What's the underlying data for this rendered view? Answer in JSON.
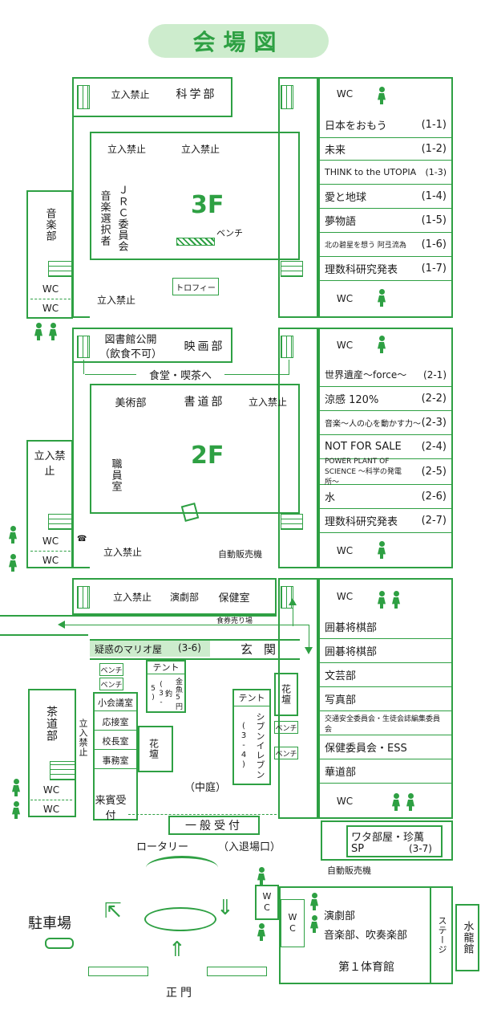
{
  "title": "会場図",
  "floor3": {
    "label": "3F",
    "top": [
      "立入禁止",
      "科学部",
      "WC"
    ],
    "row2": [
      "立入禁止",
      "立入禁止"
    ],
    "left_tall": "音楽部",
    "jrc": "ＪＲＣ委員会",
    "ongaku": "音楽選択者",
    "bench": "ベンチ",
    "trophy": "トロフィー",
    "bottom_left": "立入禁止",
    "wc_left_a": "WC",
    "wc_left_b": "WC",
    "wc_right": "WC",
    "rooms": [
      {
        "name": "日本をおもう",
        "code": "(1-1)"
      },
      {
        "name": "未来",
        "code": "(1-2)"
      },
      {
        "name": "THINK to the UTOPIA",
        "code": "(1-3)"
      },
      {
        "name": "愛と地球",
        "code": "(1-4)"
      },
      {
        "name": "夢物語",
        "code": "(1-5)"
      },
      {
        "name": "北の碧星を想う 阿弖流為",
        "code": "(1-6)"
      },
      {
        "name": "理数科研究発表",
        "code": "(1-7)"
      }
    ]
  },
  "floor2": {
    "label": "2F",
    "toshokan": "図書館公開",
    "inshoku": "（飲食不可）",
    "eiga": "映画部",
    "wc_top": "WC",
    "cafeteria": "食堂・喫茶へ",
    "bijutsu": "美術部",
    "shodo": "書道部",
    "restricted_a": "立入禁止",
    "restricted_left": "立入禁止",
    "shokuin": "職員室",
    "restricted_bottom": "立入禁止",
    "vending": "自動販売機",
    "wc_left_a": "WC",
    "wc_left_b": "WC",
    "wc_right": "WC",
    "rooms": [
      {
        "name": "世界遺産〜force〜",
        "code": "(2-1)"
      },
      {
        "name": "涼感 120%",
        "code": "(2-2)"
      },
      {
        "name": "音楽〜人の心を動かす力〜",
        "code": "(2-3)"
      },
      {
        "name": "NOT FOR SALE",
        "code": "(2-4)"
      },
      {
        "name": "POWER PLANT OF SCIENCE 〜科学の発電所〜",
        "code": "(2-5)"
      },
      {
        "name": "水",
        "code": "(2-6)"
      },
      {
        "name": "理数科研究発表",
        "code": "(2-7)"
      }
    ]
  },
  "floor1": {
    "restricted_top": "立入禁止",
    "engeki": "演劇部",
    "hoken": "保健室",
    "wc_top": "WC",
    "shokken": "食券売り場",
    "mario": "疑惑のマリオ屋",
    "mario_code": "(3-6)",
    "genkan": "玄関",
    "bench": "ベンチ",
    "tent": "テント",
    "tent_content": "金魚5円釣",
    "tent_code": "(3-5)",
    "tent2": "テント",
    "seven": "シブンイレブン",
    "seven_code": "(3-4)",
    "kadan": "花壇",
    "sadou": "茶道部",
    "restricted_left": "立入禁止",
    "kokaigi": "小会議室",
    "osetsu": "応接室",
    "kocho": "校長室",
    "jimu": "事務室",
    "raihin": "来賓受付",
    "nakaniwa": "（中庭）",
    "ippan": "一般受付",
    "rotary": "ロータリー",
    "entrance": "（入退場口）",
    "wc_left_a": "WC",
    "wc_left_b": "WC",
    "wc_right": "WC",
    "watabeya": "ワタ部屋・珍萬",
    "sp": "SP",
    "sp_code": "(3-7)",
    "vending": "自動販売機",
    "rooms": [
      {
        "name": "囲碁将棋部"
      },
      {
        "name": "囲碁将棋部"
      },
      {
        "name": "文芸部"
      },
      {
        "name": "写真部"
      },
      {
        "name": "交通安全委員会・生徒会誌編集委員会"
      },
      {
        "name": "保健委員会・ESS"
      },
      {
        "name": "華道部"
      }
    ]
  },
  "outside": {
    "parking": "駐車場",
    "seimon": "正門",
    "wc": "WC",
    "gym_engeki": "演劇部",
    "gym_music": "音楽部、吹奏楽部",
    "gym": "第１体育館",
    "stage": "ステージ",
    "suiryukan": "水龍館"
  }
}
